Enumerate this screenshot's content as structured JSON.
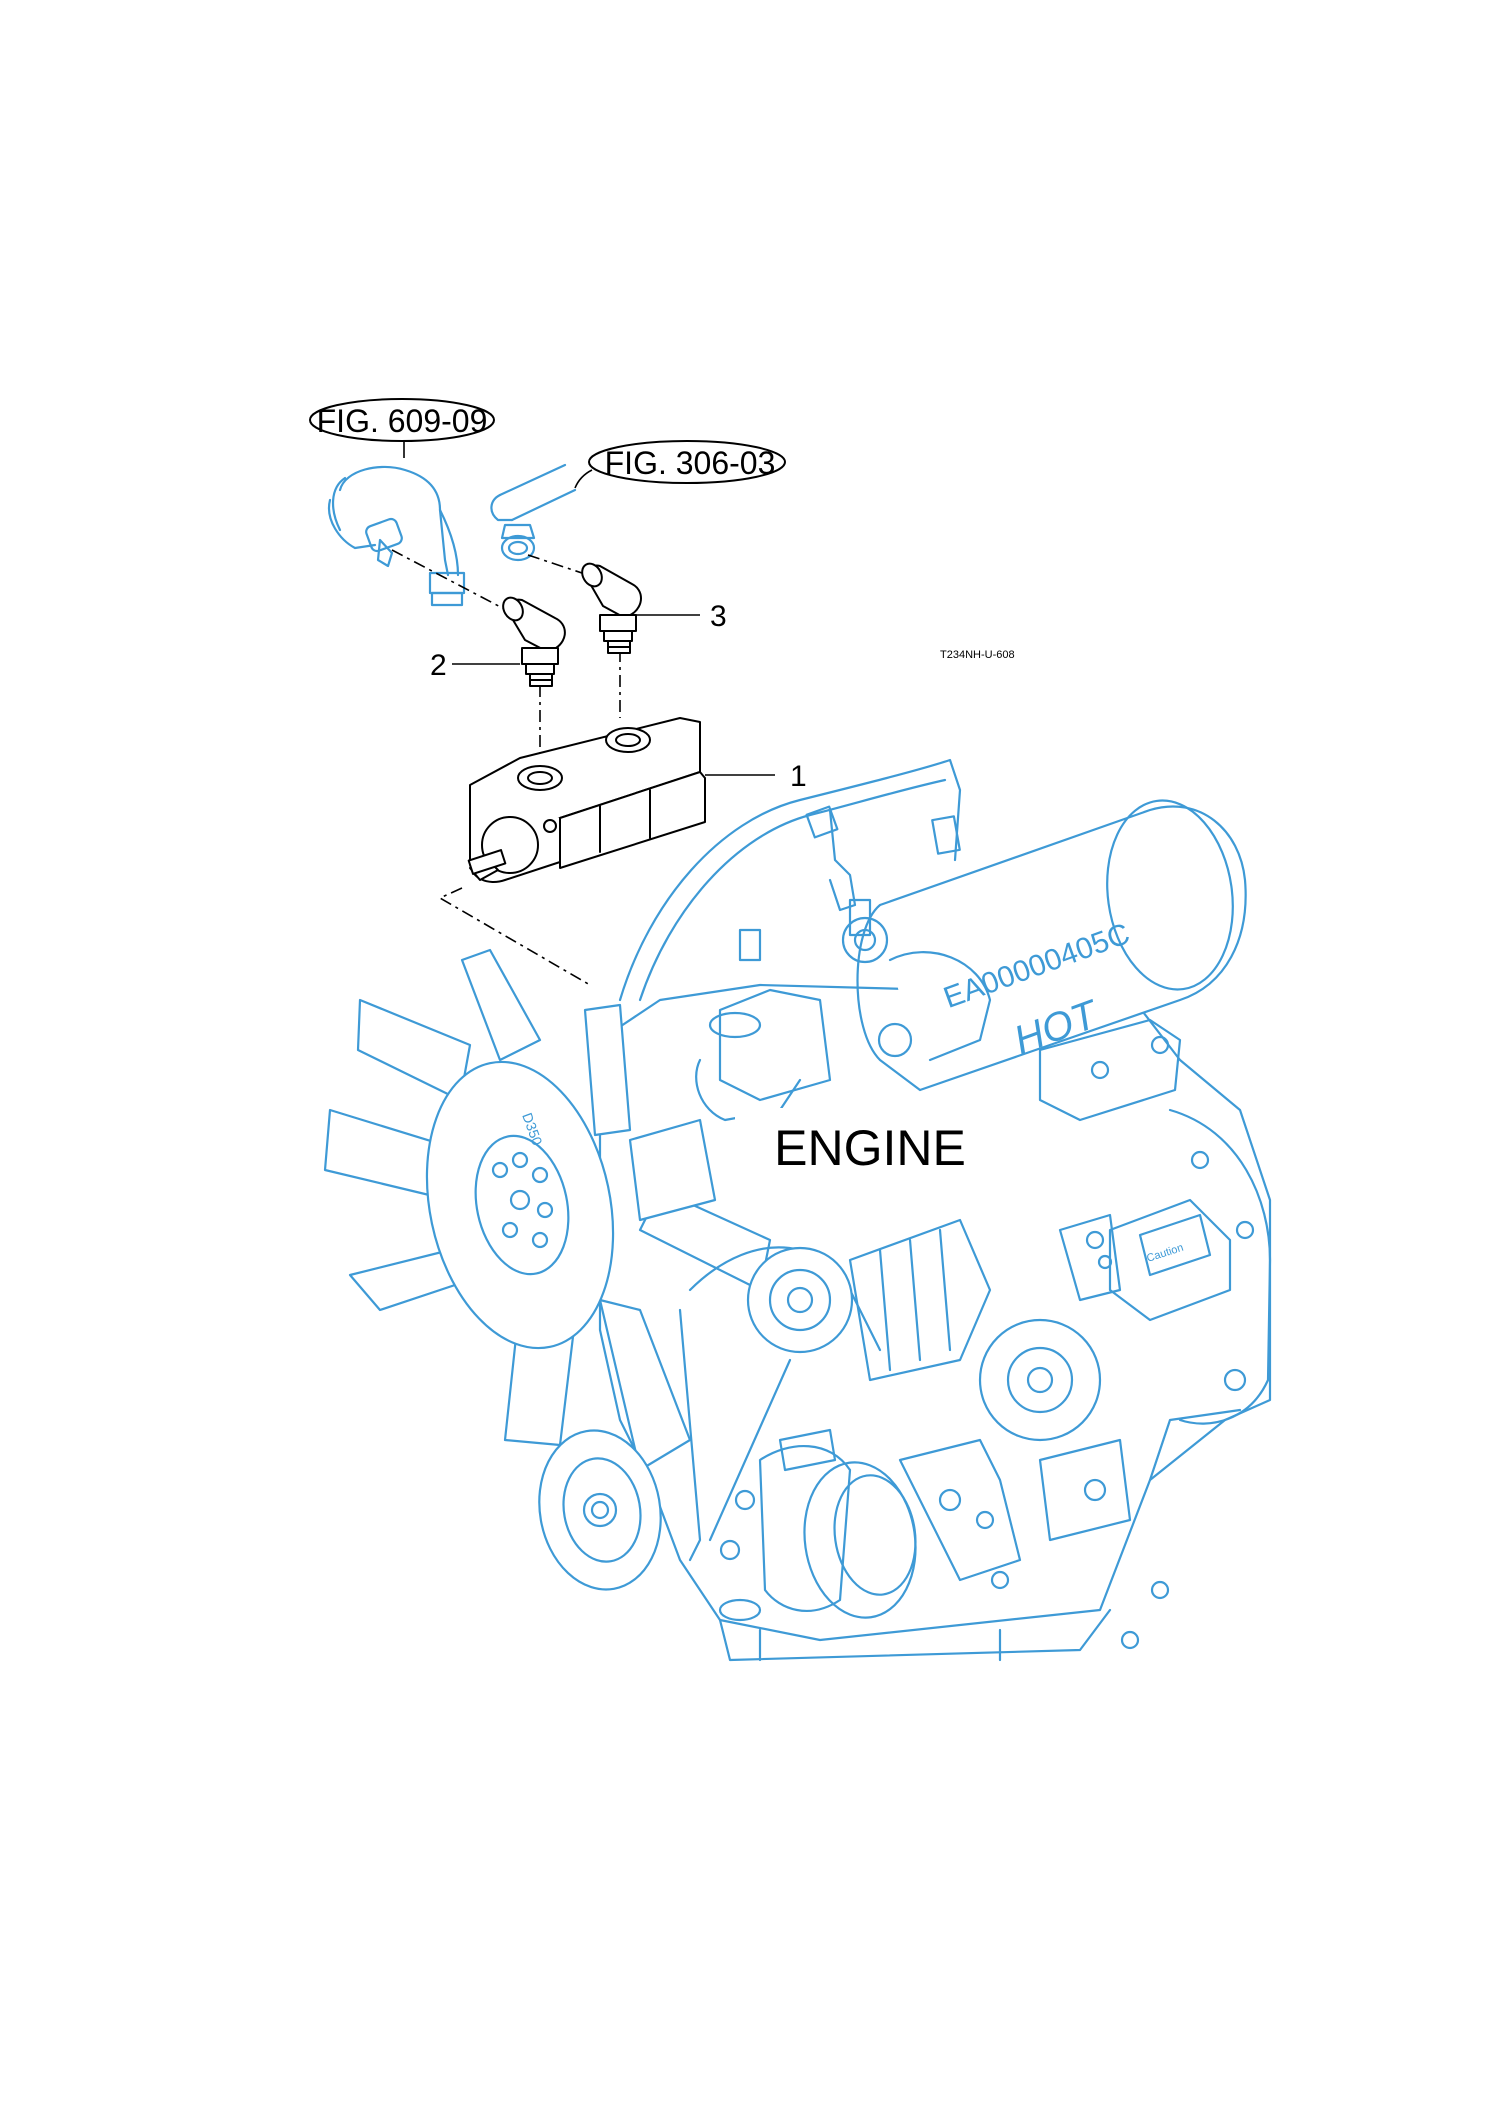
{
  "references": {
    "fig_609": "FIG. 609-09",
    "fig_306": "FIG. 306-03"
  },
  "drawing_code": "T234NH-U-608",
  "callouts": [
    "1",
    "2",
    "3"
  ],
  "assembly_label": "ENGINE",
  "engine_markings": {
    "cover_serial": "EA00000405C",
    "hot_warning": "HOT",
    "fan_mark": "D350",
    "caution_label": "Caution"
  },
  "colors": {
    "line_art_parts": "#000000",
    "line_art_engine": "#3e9ad6",
    "background": "#ffffff"
  }
}
